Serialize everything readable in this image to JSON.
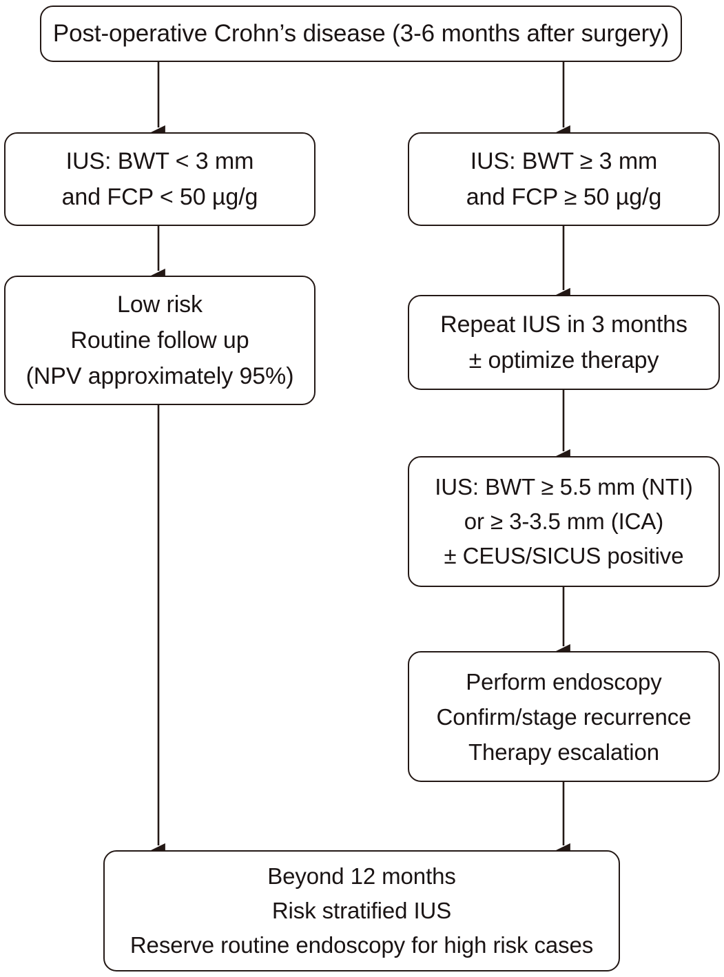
{
  "diagram": {
    "type": "flowchart",
    "title": "Post-operative Crohn's disease intestinal ultrasound monitoring algorithm",
    "stroke_color": "#231815",
    "fill_color": "#ffffff",
    "nodes": [
      {
        "id": "start",
        "name": "post-operative-crohns-disease",
        "lines": [
          "Post-operative Crohn’s disease (3-6 months after surgery)"
        ]
      },
      {
        "id": "left1",
        "name": "ius-bwt-under-3mm",
        "lines": [
          "IUS: BWT < 3 mm",
          "and FCP < 50 µg/g"
        ]
      },
      {
        "id": "left2",
        "name": "low-risk-routine-follow-up",
        "lines": [
          "Low risk",
          "Routine follow up",
          "(NPV approximately 95%)"
        ]
      },
      {
        "id": "right1",
        "name": "ius-bwt-over-3mm",
        "lines": [
          "IUS: BWT ≥ 3 mm",
          "and FCP ≥ 50 µg/g"
        ]
      },
      {
        "id": "right2",
        "name": "repeat-ius-3-months",
        "lines": [
          "Repeat IUS in 3 months",
          "± optimize therapy"
        ]
      },
      {
        "id": "right3",
        "name": "ius-bwt-thresholds-nti-ica",
        "lines": [
          "IUS: BWT ≥ 5.5 mm (NTI)",
          "or ≥ 3-3.5 mm (ICA)",
          "± CEUS/SICUS positive"
        ]
      },
      {
        "id": "right4",
        "name": "perform-endoscopy",
        "lines": [
          "Perform endoscopy",
          "Confirm/stage recurrence",
          "Therapy escalation"
        ]
      },
      {
        "id": "bottom",
        "name": "beyond-12-months",
        "lines": [
          "Beyond 12 months",
          "Risk stratified IUS",
          "Reserve routine endoscopy for high risk cases"
        ]
      }
    ],
    "edges": [
      {
        "from": "start",
        "to": "left1",
        "name": "edge-start-to-left1"
      },
      {
        "from": "start",
        "to": "right1",
        "name": "edge-start-to-right1"
      },
      {
        "from": "left1",
        "to": "left2",
        "name": "edge-left1-to-left2"
      },
      {
        "from": "left2",
        "to": "bottom",
        "name": "edge-left2-to-bottom"
      },
      {
        "from": "right1",
        "to": "right2",
        "name": "edge-right1-to-right2"
      },
      {
        "from": "right2",
        "to": "right3",
        "name": "edge-right2-to-right3"
      },
      {
        "from": "right3",
        "to": "right4",
        "name": "edge-right3-to-right4"
      },
      {
        "from": "right4",
        "to": "bottom",
        "name": "edge-right4-to-bottom"
      }
    ]
  }
}
